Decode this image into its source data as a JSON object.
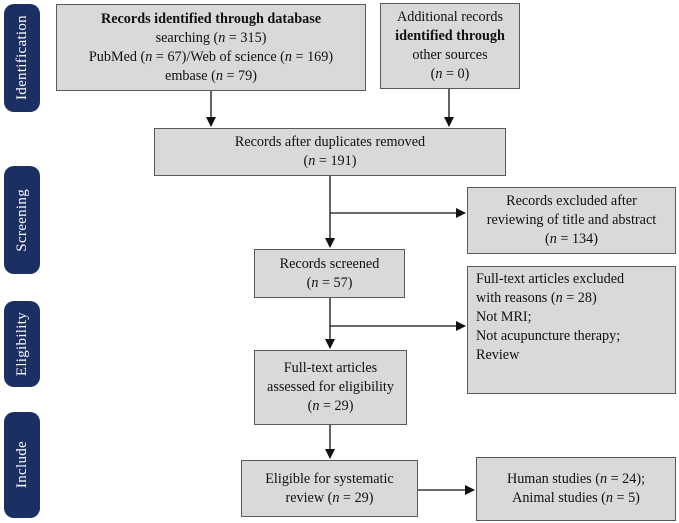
{
  "phases": {
    "identification": "Identification",
    "screening": "Screening",
    "eligibility": "Eligibility",
    "include": "Include"
  },
  "boxes": {
    "database": {
      "line1": "Records identified through database",
      "line2_pre": "searching (",
      "line2_n": "n",
      "line2_post": " = 315)",
      "line3_pre": "PubMed (",
      "line3_n1": "n",
      "line3_mid": " = 67)/Web of science (",
      "line3_n2": "n",
      "line3_post": " = 169)",
      "line4_pre": "embase (",
      "line4_n": "n",
      "line4_post": " = 79)"
    },
    "additional": {
      "line1": "Additional records",
      "line2": "identified through",
      "line3": "other sources",
      "line4_pre": "(",
      "line4_n": "n",
      "line4_post": " = 0)"
    },
    "duplicates": {
      "line1": "Records after duplicates removed",
      "line2_pre": "(",
      "line2_n": "n",
      "line2_post": " = 191)"
    },
    "excluded_title": {
      "line1": "Records excluded after",
      "line2": "reviewing of title and abstract",
      "line3_pre": "(",
      "line3_n": "n",
      "line3_post": " = 134)"
    },
    "screened": {
      "line1": "Records screened",
      "line2_pre": "(",
      "line2_n": "n",
      "line2_post": " = 57)"
    },
    "fulltext_excluded": {
      "line1": "Full-text articles excluded",
      "line2_pre": "with reasons (",
      "line2_n": "n",
      "line2_post": " = 28)",
      "line3": "Not MRI;",
      "line4": "Not acupuncture therapy;",
      "line5": "Review"
    },
    "assessed": {
      "line1": "Full-text articles",
      "line2": "assessed for eligibility",
      "line3_pre": "(",
      "line3_n": "n",
      "line3_post": " = 29)"
    },
    "eligible": {
      "line1": "Eligible for systematic",
      "line2_pre": "review (",
      "line2_n": "n",
      "line2_post": " = 29)"
    },
    "studies": {
      "line1_pre": "Human studies (",
      "line1_n": "n",
      "line1_post": " = 24);",
      "line2_pre": "Animal studies (",
      "line2_n": "n",
      "line2_post": " = 5)"
    }
  },
  "colors": {
    "phase_fill": "#1c2f63",
    "box_fill": "#d9d9d9",
    "border": "#5a5a5a",
    "arrow": "#111111"
  }
}
